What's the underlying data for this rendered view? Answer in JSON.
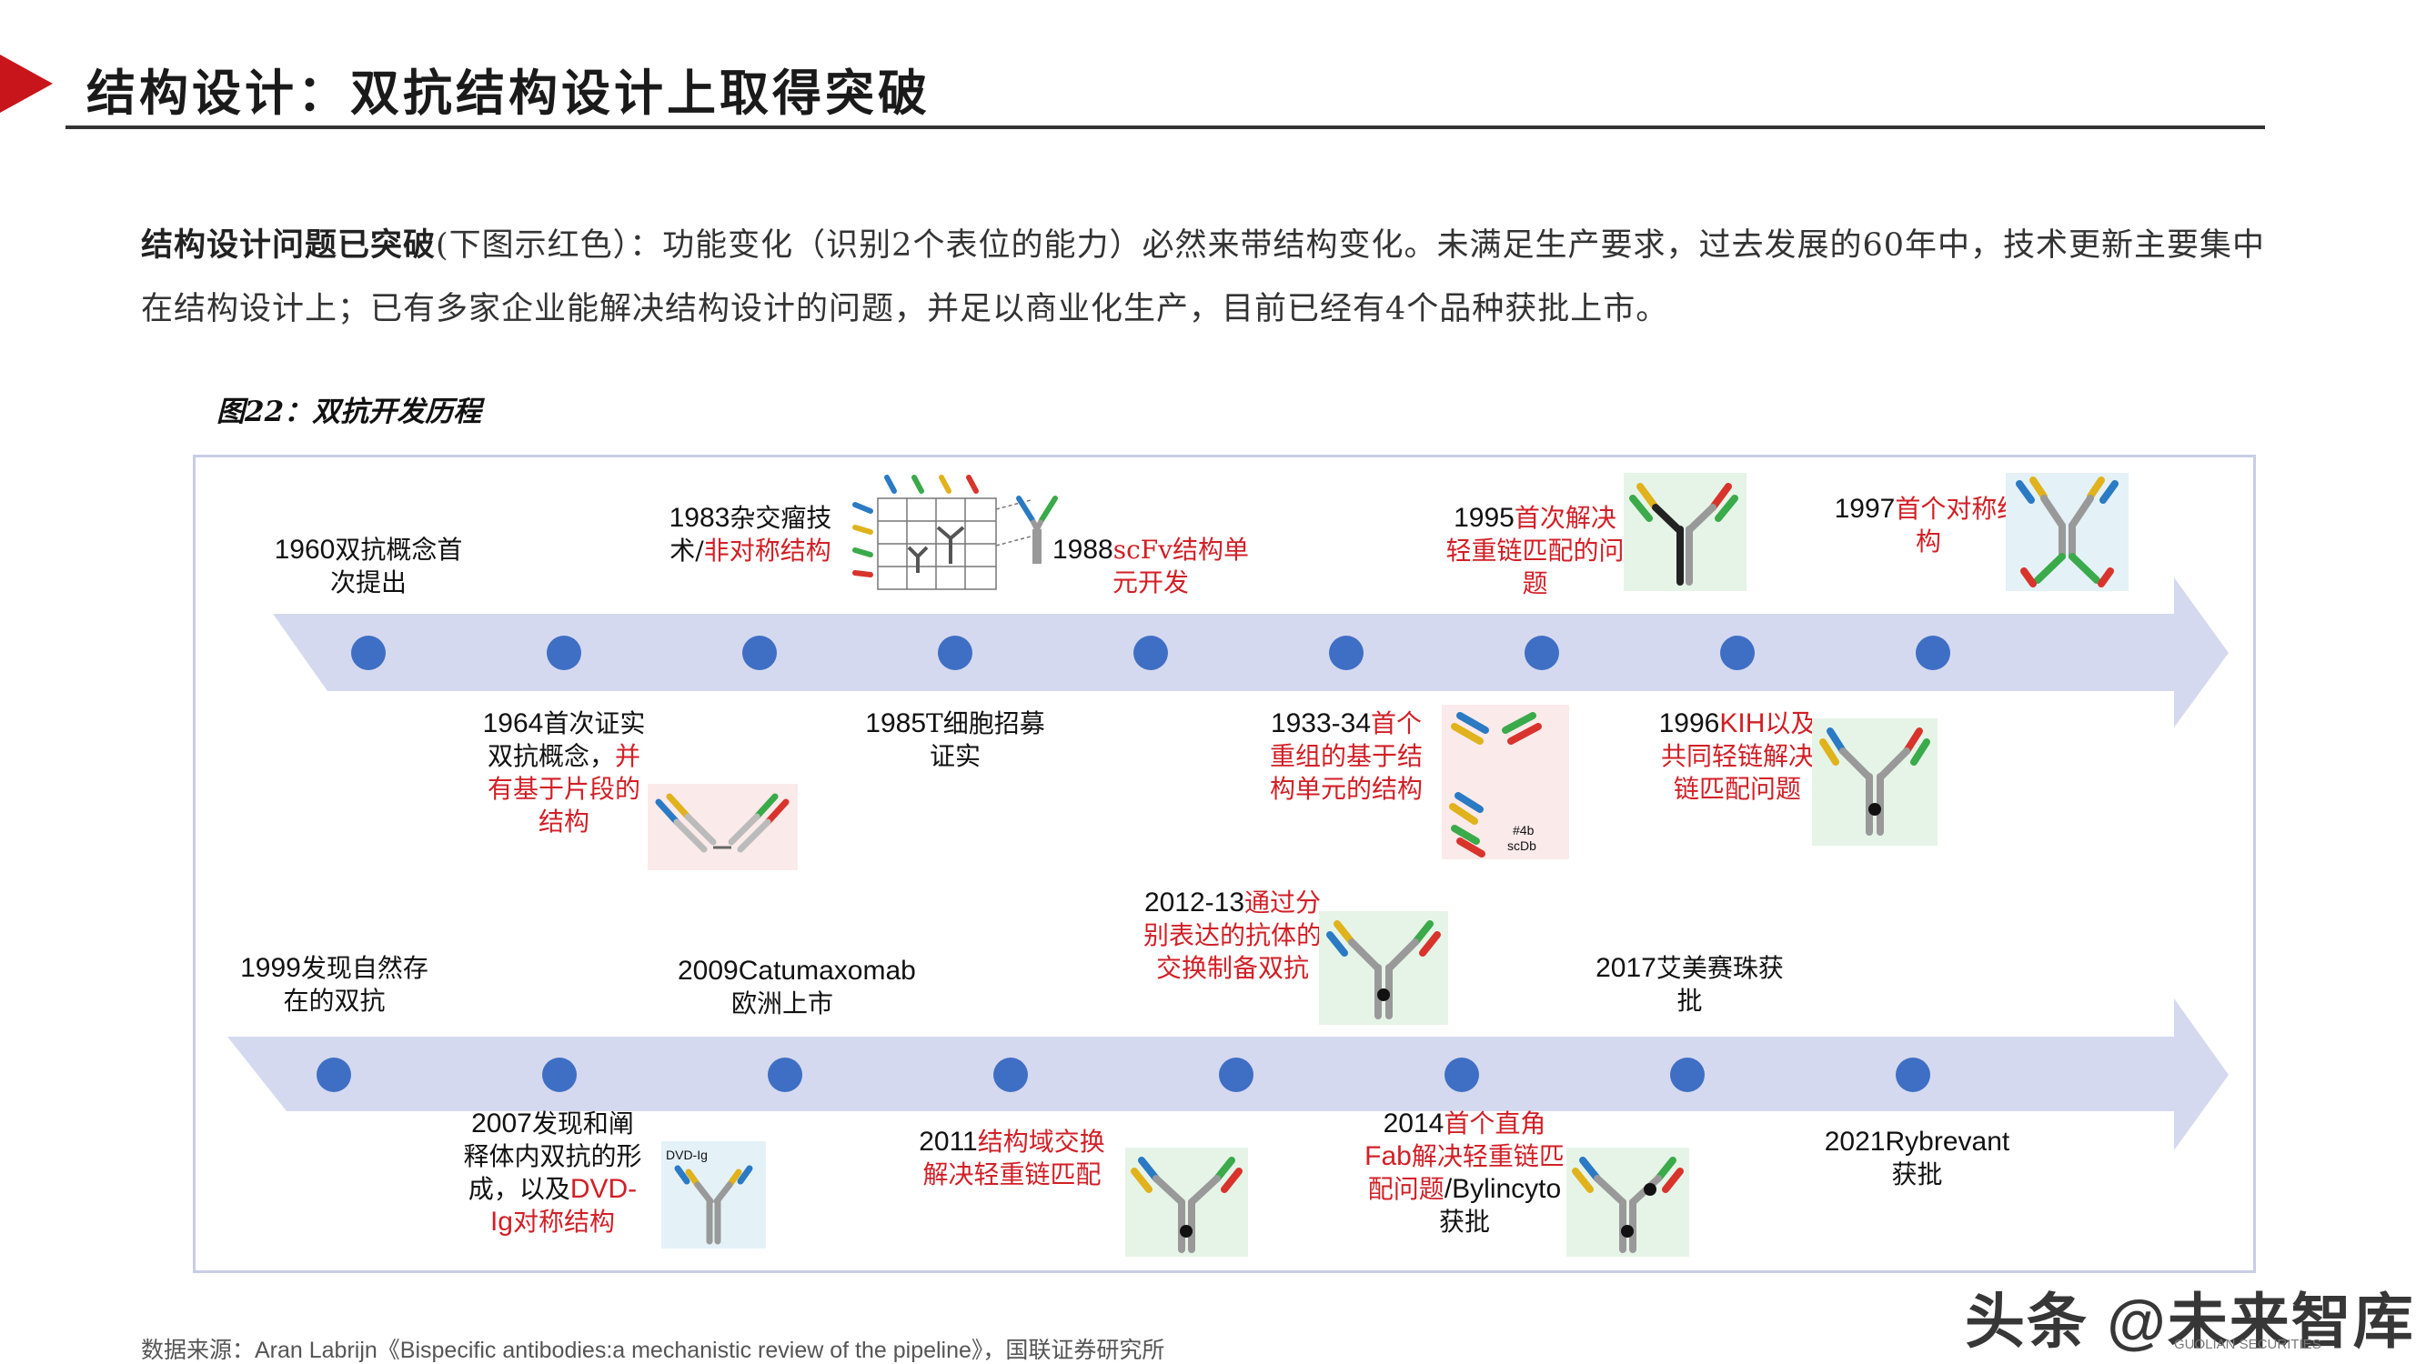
{
  "header": {
    "title": "结构设计：双抗结构设计上取得突破"
  },
  "intro": {
    "bold_lead": "结构设计问题已突破",
    "text": "(下图示红色）：功能变化（识别2个表位的能力）必然来带结构变化。未满足生产要求，过去发展的60年中，技术更新主要集中在结构设计上；已有多家企业能解决结构设计的问题，并足以商业化生产，目前已经有4个品种获批上市。"
  },
  "figure": {
    "caption": "图22：双抗开发历程"
  },
  "row1_top": [
    {
      "year": "1960",
      "text": "双抗概念首次提出",
      "red": ""
    },
    {
      "year": "1983",
      "text": "杂交瘤技术/",
      "red": "非对称结构"
    },
    {
      "year": "1988",
      "text": "",
      "red": "scFv结构单元开发"
    },
    {
      "year": "1995",
      "text": "",
      "red": "首次解决轻重链匹配的问题"
    },
    {
      "year": "1997",
      "text": "",
      "red": "首个对称结构"
    }
  ],
  "row1_bottom": [
    {
      "year": "1964",
      "text": "首次证实双抗概念，",
      "red": "并有基于片段的结构"
    },
    {
      "year": "1985",
      "text": "T细胞招募证实",
      "red": ""
    },
    {
      "year": "1933-34",
      "text": "",
      "red": "首个重组的基于结构单元的结构"
    },
    {
      "year": "1996",
      "text": "",
      "red_sans": "KIH",
      "red": "以及共同轻链解决链匹配问题"
    }
  ],
  "row2_top": [
    {
      "year": "1999",
      "text": "发现自然存在的双抗",
      "red": ""
    },
    {
      "year": "2009",
      "text_sans": "Catumaxomab",
      "text": "欧洲上市",
      "red": ""
    },
    {
      "year": "2012-13",
      "text": "",
      "red": "通过分别表达的抗体的交换制备双抗"
    },
    {
      "year": "2017",
      "text": "艾美赛珠获批",
      "red": ""
    }
  ],
  "row2_bottom": [
    {
      "year": "2007",
      "text": "发现和阐释体内双抗的形成，以及",
      "red_sans": "DVD-Ig",
      "red": "对称结构"
    },
    {
      "year": "2011",
      "text": "",
      "red": "结构域交换解决轻重链匹配"
    },
    {
      "year": "2014",
      "text": "",
      "red": "首个直角",
      "red_sans": "Fab",
      "red2": "解决轻重链匹配问题",
      "tail_sans": "/Bylincyto",
      "tail": "获批"
    },
    {
      "year": "2021",
      "text_sans": "Rybrevant",
      "text": "获批",
      "red": ""
    }
  ],
  "thumb_labels": {
    "dvd": "DVD-Ig",
    "scdb": "scDb",
    "hash4b": "#4b"
  },
  "source": "数据来源：Aran Labrijn《Bispecific antibodies:a mechanistic review of the pipeline》，国联证券研究所",
  "watermark": {
    "main": "头条 @未来智库",
    "sub": "GUOLIAN SECURITIES"
  },
  "colors": {
    "accent_red": "#d21f26",
    "arrow_fill": "#d5d9ef",
    "dot_fill": "#3f6fc4",
    "frame": "#c9cde6",
    "thumb_green": "#e6f4e8",
    "thumb_pink": "#fbeaea",
    "thumb_blue": "#e4f1f7"
  }
}
